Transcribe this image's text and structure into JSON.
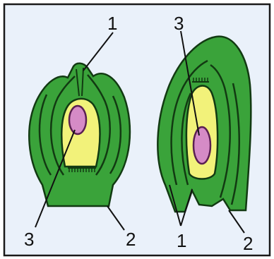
{
  "colors": {
    "background": "#eaf1fa",
    "border": "#1a1a1a",
    "tissue_green": "#3aa33a",
    "tissue_outline": "#123a12",
    "nucellus_yellow": "#f2f27a",
    "egg_pink": "#d58bc6",
    "egg_outline": "#5a1f52"
  },
  "labels": {
    "left_top": "1",
    "left_bottom_left": "3",
    "left_bottom_right": "2",
    "right_top": "3",
    "right_bottom_left": "1",
    "right_bottom_right": "2"
  },
  "icons": [
    "ovule-left-icon",
    "ovule-right-icon"
  ]
}
